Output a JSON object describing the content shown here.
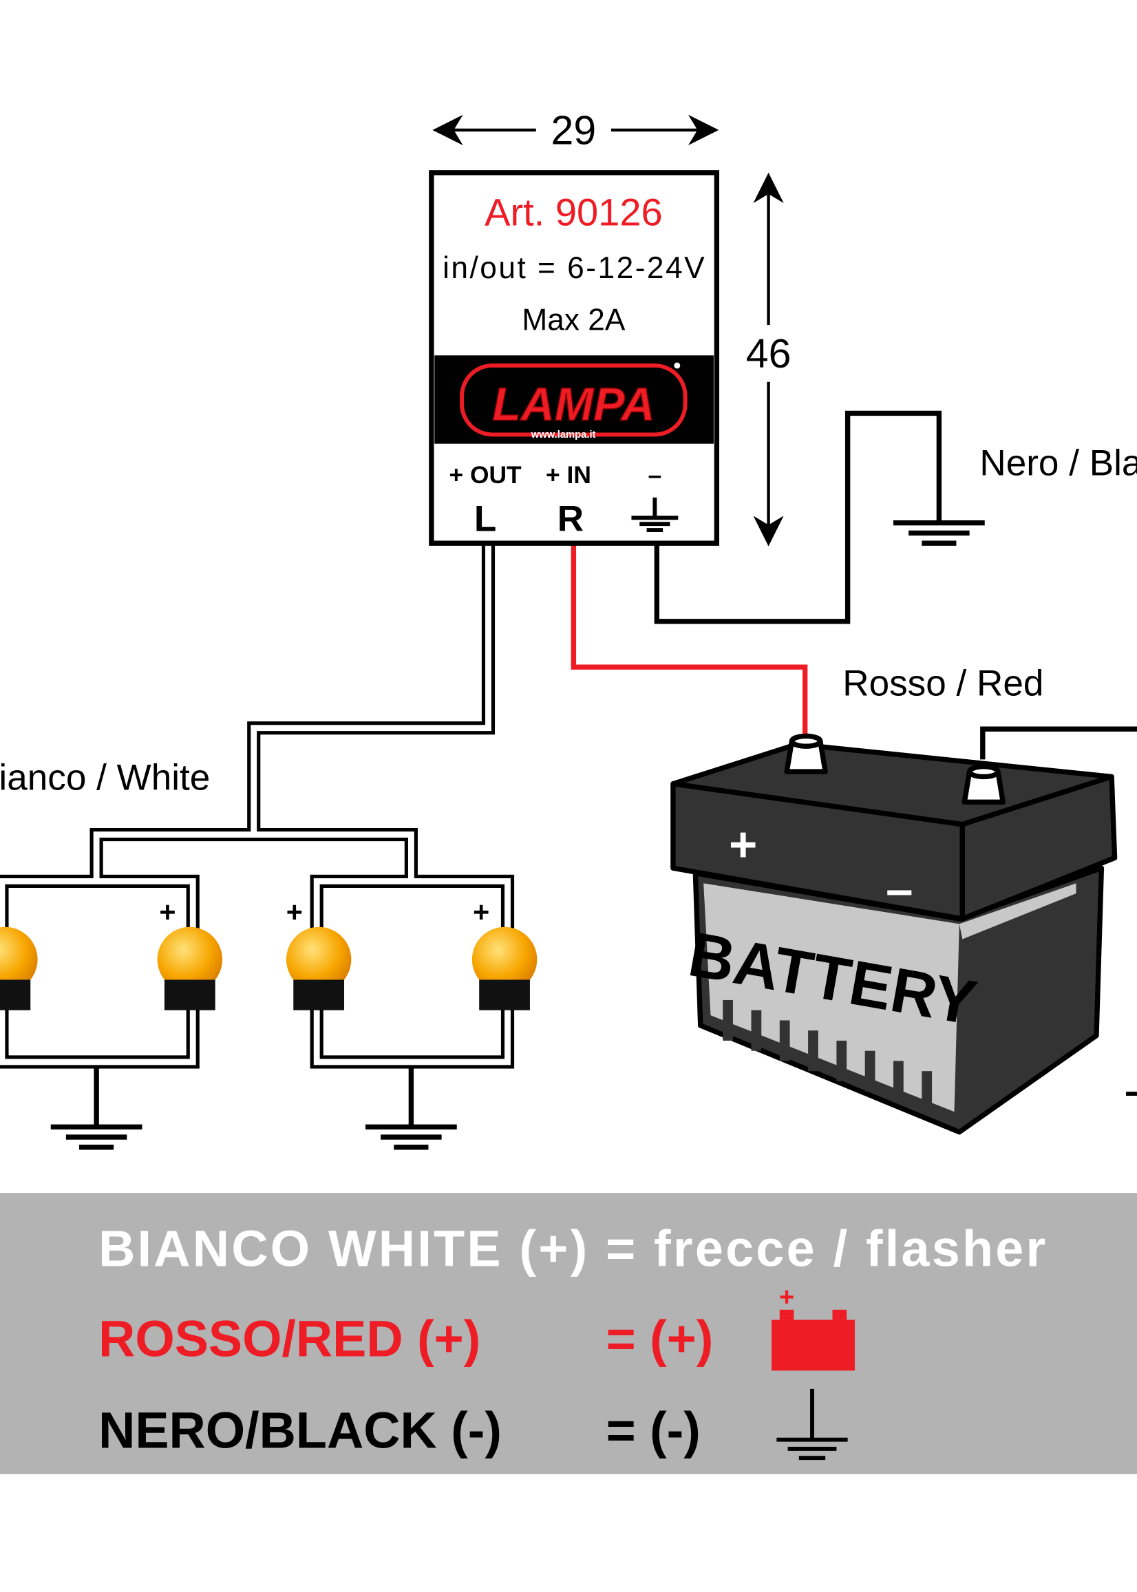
{
  "dimensions": {
    "width": "29",
    "height": "46"
  },
  "module": {
    "article": "Art. 90126",
    "voltage": "in/out = 6-12-24V",
    "max_current": "Max 2A",
    "logo": "LAMPA",
    "logo_url": "www.lampa.it",
    "terminals": [
      {
        "label": "+ OUT",
        "letter": "L"
      },
      {
        "label": "+ IN",
        "letter": "R"
      },
      {
        "label": "–",
        "letter": ""
      }
    ]
  },
  "wires": {
    "black": "Nero / Bla",
    "red": "Rosso / Red",
    "white": "Bianco / White"
  },
  "battery": {
    "label": "BATTERY",
    "plus": "+",
    "minus": "–",
    "right_mark": "–"
  },
  "lamp_plus": "+",
  "legend": {
    "row1": "BIANCO WHITE (+) = frecce / flasher",
    "row2_left": "ROSSO/RED (+)",
    "row2_right": "= (+)",
    "row2_icon_plus": "+",
    "row3_left": "NERO/BLACK (-)",
    "row3_right": "= (-)"
  },
  "colors": {
    "red": "#ee1c24",
    "legend_bg": "#b3b3b3",
    "battery_dark": "#333333",
    "lamp": "#f7a600"
  }
}
